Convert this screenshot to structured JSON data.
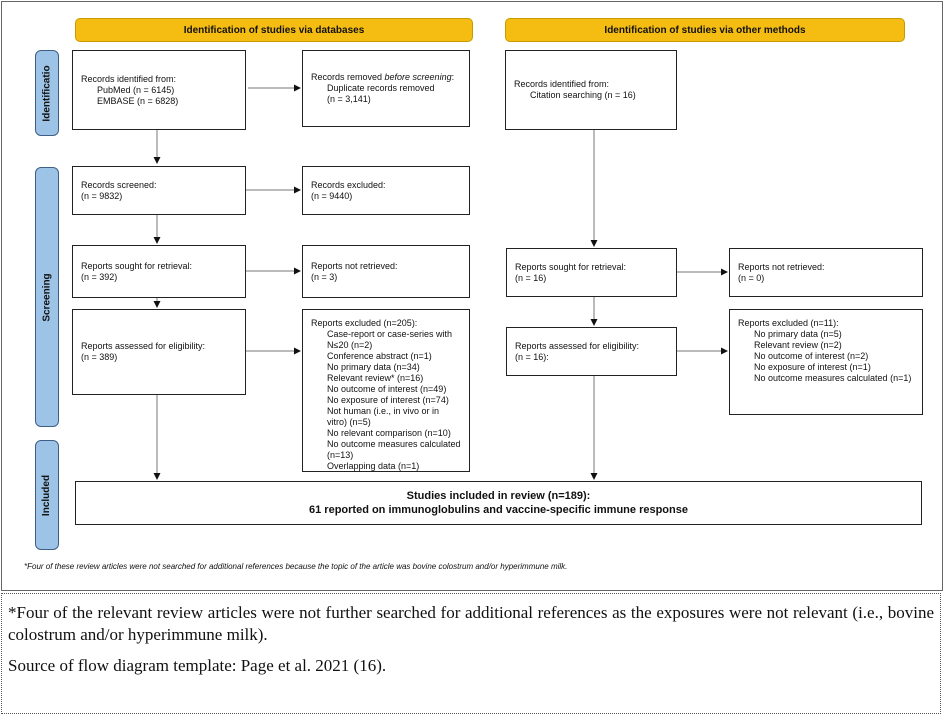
{
  "headers": {
    "databases": "Identification of studies via databases",
    "other": "Identification of studies via other methods"
  },
  "stages": {
    "identification": "Identificatio",
    "screening": "Screening",
    "included": "Included"
  },
  "db": {
    "identified": {
      "title": "Records identified from:",
      "lines": [
        "PubMed (n = 6145)",
        "EMBASE (n = 6828)"
      ]
    },
    "removed": {
      "title_pre": "Records removed ",
      "title_em": "before screening",
      "title_post": ":",
      "lines": [
        "Duplicate records removed",
        "(n = 3,141)"
      ]
    },
    "screened": {
      "title": "Records screened:",
      "n": "(n = 9832)"
    },
    "excluded": {
      "title": "Records excluded:",
      "n": "(n = 9440)"
    },
    "sought": {
      "title": "Reports sought for retrieval:",
      "n": "(n = 392)"
    },
    "not_retrieved": {
      "title": "Reports not retrieved:",
      "n": "(n = 3)"
    },
    "assessed": {
      "title": "Reports assessed for eligibility:",
      "n": "(n = 389)"
    },
    "reports_excluded": {
      "title": "Reports excluded (n=205):",
      "lines": [
        "Case-report or case-series with N≤20 (n=2)",
        "Conference abstract (n=1)",
        "No primary data (n=34)",
        "Relevant review* (n=16)",
        "No outcome of interest (n=49)",
        "No exposure of interest (n=74)",
        "Not human (i.e., in vivo or in vitro) (n=5)",
        "No relevant comparison (n=10)",
        "No outcome measures calculated (n=13)",
        "Overlapping data (n=1)"
      ]
    }
  },
  "other": {
    "identified": {
      "title": "Records identified from:",
      "line": "Citation searching (n = 16)"
    },
    "sought": {
      "title": "Reports sought for retrieval:",
      "n": "(n = 16)"
    },
    "not_retrieved": {
      "title": "Reports not retrieved:",
      "n": "(n = 0)"
    },
    "assessed": {
      "title": "Reports assessed for eligibility:",
      "n": "(n = 16):"
    },
    "reports_excluded": {
      "title": "Reports excluded (n=11):",
      "lines": [
        "No primary data (n=5)",
        "Relevant review (n=2)",
        "No outcome of interest (n=2)",
        "No exposure of interest (n=1)",
        "No outcome measures calculated (n=1)"
      ]
    }
  },
  "included": {
    "line1": "Studies included in review (n=189):",
    "line2": "61 reported on immunoglobulins and vaccine-specific immune response"
  },
  "footnote": "*Four of these review articles were not searched for additional references because the topic of the article was bovine colostrum and/or hyperimmune milk.",
  "caption": {
    "note": "*Four of the relevant review articles were not further searched for additional references as the exposures were not relevant (i.e., bovine colostrum and/or hyperimmune milk).",
    "source": "Source of flow diagram template: Page et al. 2021 (16)."
  },
  "colors": {
    "header": "#f5bd12",
    "stage": "#9dc3e6"
  }
}
